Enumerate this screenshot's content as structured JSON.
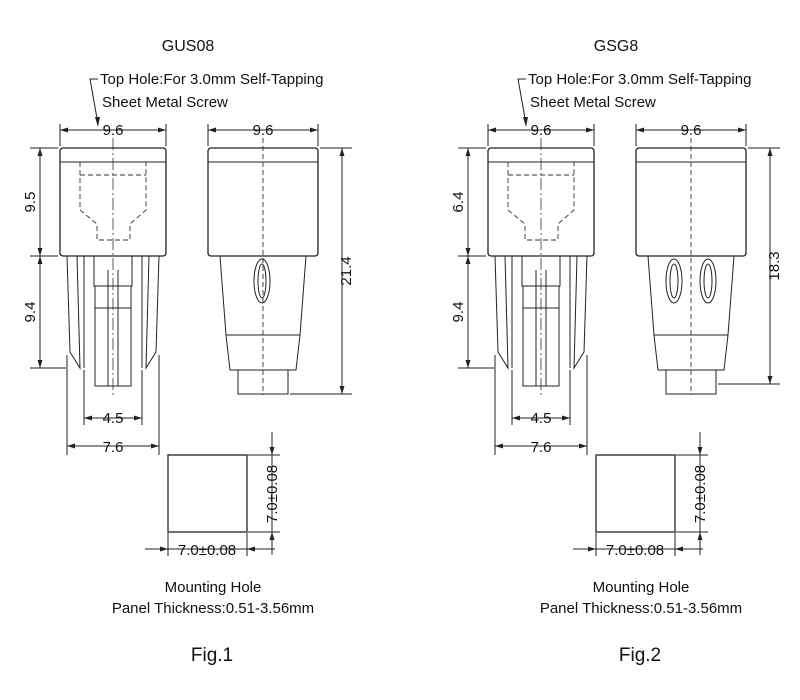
{
  "fig1": {
    "title": "GUS08",
    "note_line1": "Top Hole:For 3.0mm Self-Tapping",
    "note_line2": "Sheet Metal Screw",
    "dim_front_width": "9.6",
    "dim_side_width": "9.6",
    "dim_upper_height": "9.5",
    "dim_lower_height": "9.4",
    "dim_total_height": "21.4",
    "dim_pin_width": "4.5",
    "dim_base_width": "7.6",
    "hole_width": "7.0±0.08",
    "hole_height": "7.0±0.08",
    "mount_label": "Mounting Hole",
    "panel_label": "Panel Thickness:0.51-3.56mm",
    "caption": "Fig.1"
  },
  "fig2": {
    "title": "GSG8",
    "note_line1": "Top Hole:For 3.0mm Self-Tapping",
    "note_line2": "Sheet Metal Screw",
    "dim_front_width": "9.6",
    "dim_side_width": "9.6",
    "dim_upper_height": "6.4",
    "dim_lower_height": "9.4",
    "dim_total_height": "18.3",
    "dim_pin_width": "4.5",
    "dim_base_width": "7.6",
    "hole_width": "7.0±0.08",
    "hole_height": "7.0±0.08",
    "mount_label": "Mounting Hole",
    "panel_label": "Panel Thickness:0.51-3.56mm",
    "caption": "Fig.2"
  }
}
